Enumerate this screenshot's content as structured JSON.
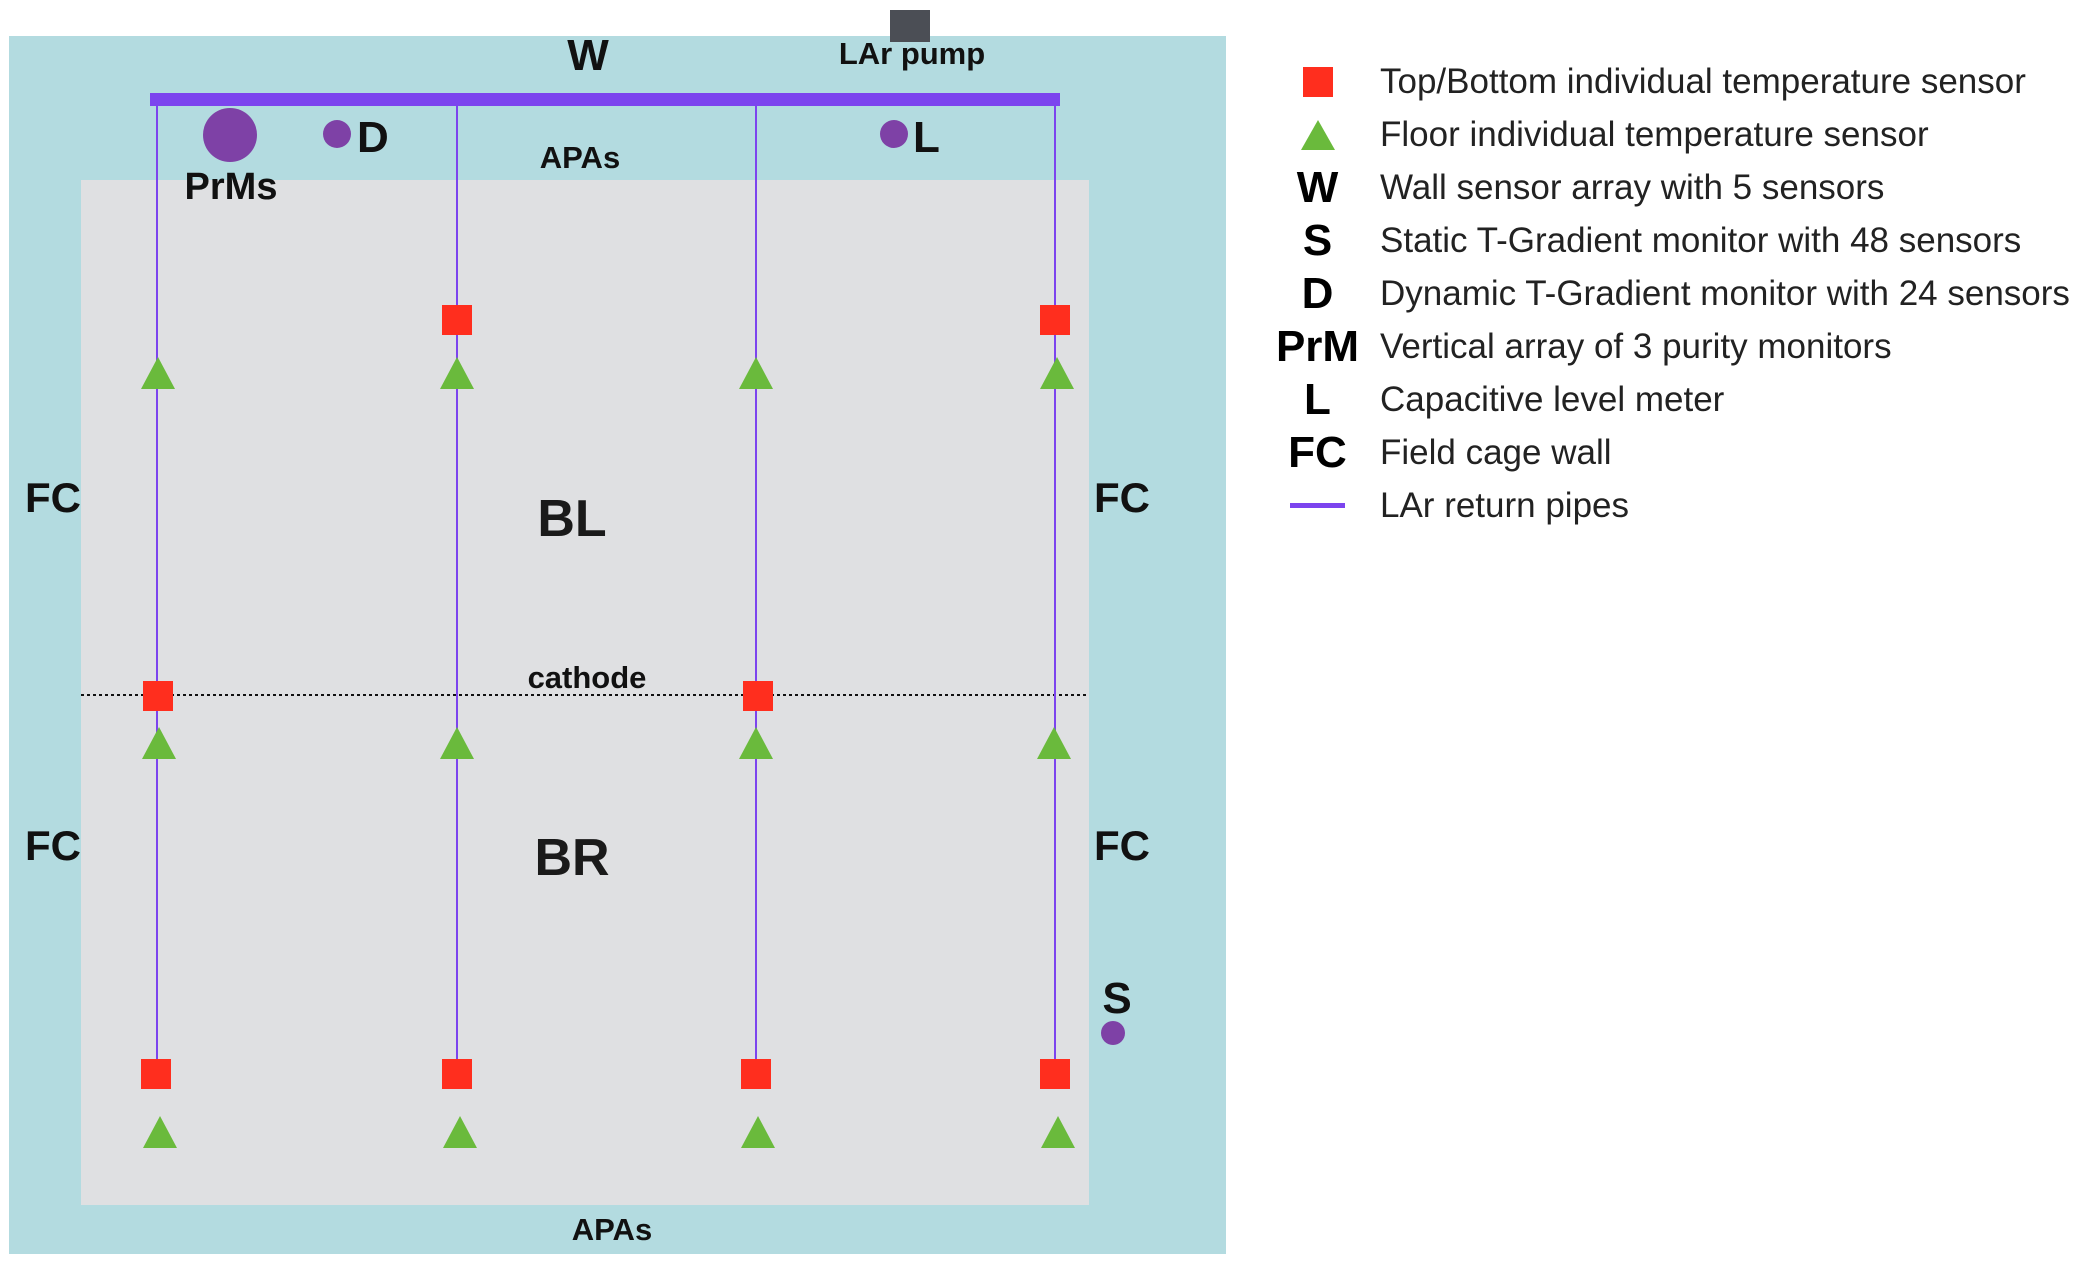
{
  "colors": {
    "outer_region": "#b3dbe0",
    "inner_region": "#dfe0e2",
    "pipe": "#7c44ee",
    "temp_sensor": "#ff2e1e",
    "floor_sensor": "#6aba3c",
    "monitor": "#7e41a6",
    "pump": "#4b4e55"
  },
  "labels": {
    "wall": "W",
    "pump": "LAr pump",
    "prms": "PrMs",
    "dynamic": "D",
    "level": "L",
    "apas_top": "APAs",
    "apas_bottom": "APAs",
    "fc_left_upper": "FC",
    "fc_left_lower": "FC",
    "fc_right_upper": "FC",
    "fc_right_lower": "FC",
    "bl": "BL",
    "br": "BR",
    "cathode": "cathode",
    "static": "S"
  },
  "legend": [
    {
      "symbol": "square",
      "icon": "red-square-icon",
      "text": "Top/Bottom individual temperature sensor"
    },
    {
      "symbol": "triangle",
      "icon": "green-triangle-icon",
      "text": "Floor individual temperature sensor"
    },
    {
      "symbol": "W",
      "text": "Wall sensor array with 5 sensors"
    },
    {
      "symbol": "S",
      "text": "Static T-Gradient monitor with 48 sensors"
    },
    {
      "symbol": "D",
      "text": "Dynamic T-Gradient monitor with 24 sensors"
    },
    {
      "symbol": "PrM",
      "text": "Vertical array of 3 purity monitors"
    },
    {
      "symbol": "L",
      "text": "Capacitive level meter"
    },
    {
      "symbol": "FC",
      "text": "Field cage wall"
    },
    {
      "symbol": "line",
      "icon": "purple-line-icon",
      "text": "LAr return pipes"
    }
  ]
}
